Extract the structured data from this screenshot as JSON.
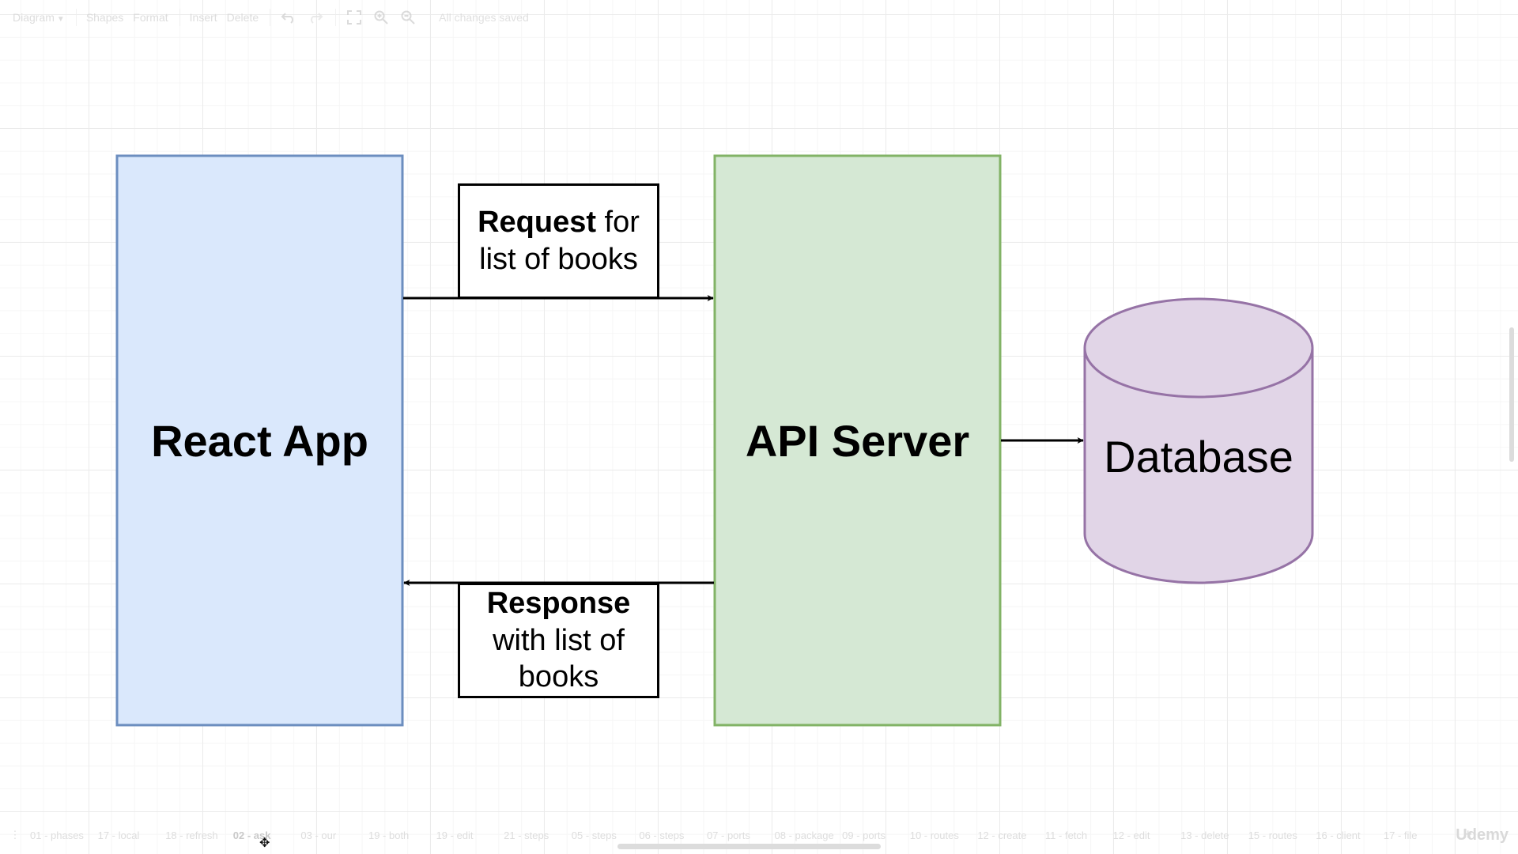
{
  "toolbar": {
    "diagram_menu": "Diagram",
    "shapes": "Shapes",
    "format": "Format",
    "insert": "Insert",
    "delete": "Delete",
    "status": "All changes saved",
    "icons": [
      "undo-icon",
      "redo-icon",
      "fullscreen-icon",
      "zoom-in-icon",
      "zoom-out-icon"
    ]
  },
  "diagram": {
    "react_app": "React App",
    "api_server": "API Server",
    "database": "Database",
    "request_bold": "Request",
    "request_rest_1": " for",
    "request_rest_2": "list of books",
    "response_bold": "Response",
    "response_line_2": "with list of",
    "response_line_3": "books",
    "colors": {
      "react_fill": "#dae8fc",
      "react_stroke": "#6c8ebf",
      "api_fill": "#d5e8d4",
      "api_stroke": "#82b366",
      "db_fill": "#e1d5e7",
      "db_stroke": "#9673a6"
    }
  },
  "pages": {
    "tabs": [
      "01 - phases",
      "17 - local",
      "18 - refresh",
      "02 - ask",
      "03 - our",
      "19 - both",
      "19 - edit",
      "21 - steps",
      "05 - steps",
      "06 - steps",
      "07 - ports",
      "08 - package",
      "09 - ports",
      "10 - routes",
      "12 - create",
      "11 - fetch",
      "12 - edit",
      "13 - delete",
      "15 - routes",
      "16 - client",
      "17 - file"
    ],
    "active_index": 3
  },
  "watermark": "Udemy"
}
